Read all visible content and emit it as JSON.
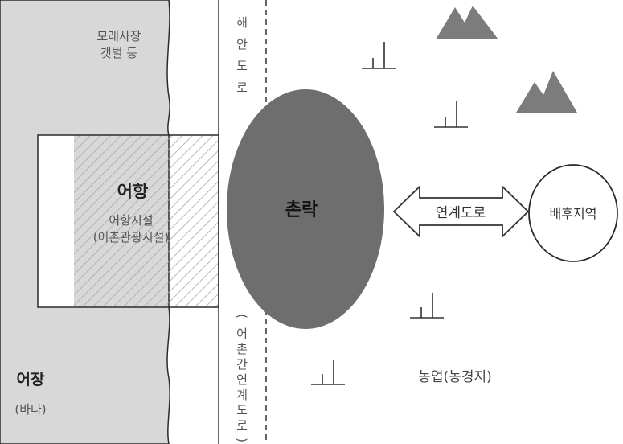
{
  "sea": {
    "title": "어장",
    "subtitle": "(바다)"
  },
  "shore": {
    "line1": "모래사장",
    "line2": "갯벌 등"
  },
  "port": {
    "title": "어항",
    "line1": "어항시설",
    "line2": "(어촌관광시설)"
  },
  "coastal_road": {
    "chars": [
      "해",
      "안",
      "도",
      "로"
    ]
  },
  "village_road": {
    "chars": [
      "(",
      "어",
      "촌",
      "간",
      "연",
      "계",
      "도",
      "로",
      ")"
    ]
  },
  "village": {
    "label": "촌락"
  },
  "link_road": {
    "label": "연계도로"
  },
  "hinterland": {
    "label": "배후지역"
  },
  "farmland": {
    "label": "농업(농경지)"
  },
  "colors": {
    "sea": "#d8d8d8",
    "village": "#6e6e6e",
    "mountain": "#7c7c7c",
    "hatch": "#a8a8a8",
    "line": "#333333"
  }
}
